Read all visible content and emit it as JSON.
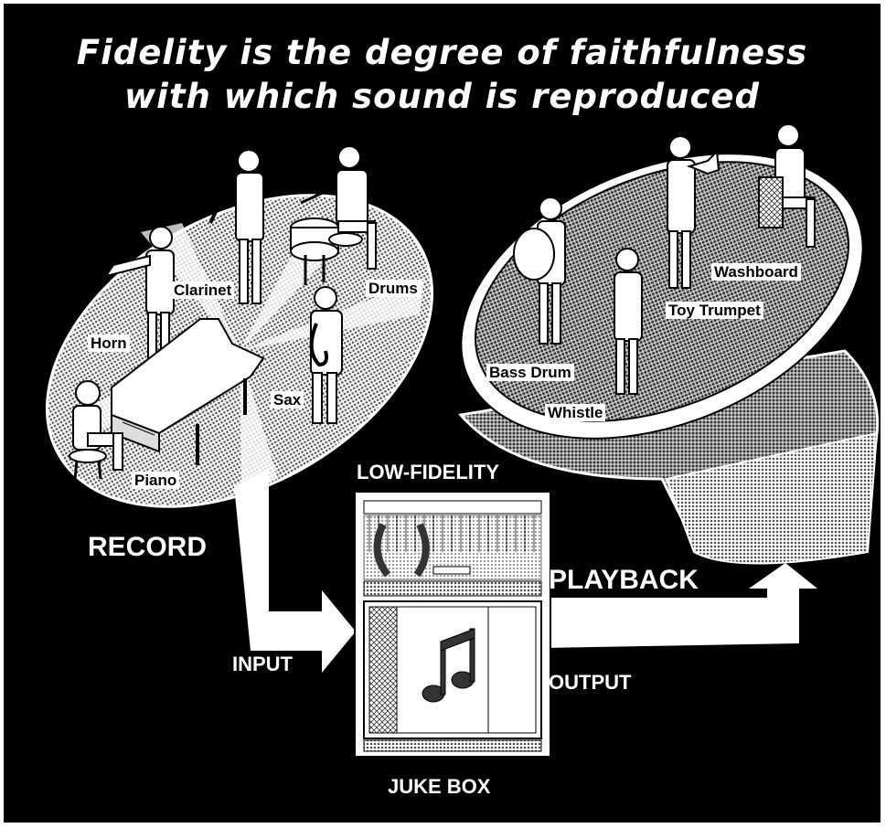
{
  "title": {
    "line1": "Fidelity is the degree of faithfulness",
    "line2": "with which sound is reproduced"
  },
  "record_side": {
    "label": "RECORD",
    "instruments": {
      "clarinet": "Clarinet",
      "drums": "Drums",
      "horn": "Horn",
      "sax": "Sax",
      "piano": "Piano"
    }
  },
  "playback_side": {
    "label": "PLAYBACK",
    "instruments": {
      "washboard": "Washboard",
      "toy_trumpet": "Toy Trumpet",
      "bass_drum": "Bass Drum",
      "whistle": "Whistle"
    }
  },
  "jukebox": {
    "top_label": "LOW-FIDELITY",
    "bottom_label": "JUKE BOX"
  },
  "flow": {
    "input": "INPUT",
    "output": "OUTPUT"
  },
  "colors": {
    "background": "#000000",
    "foreground": "#ffffff",
    "stipple": "#8a8a8a"
  }
}
